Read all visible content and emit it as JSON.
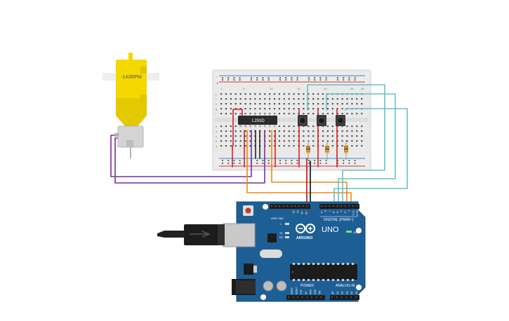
{
  "motor": {
    "speed_label": "-143RPM"
  },
  "driver_chip": {
    "label": "L293D"
  },
  "arduino": {
    "digital_label": "DIGITAL (PWM~)",
    "uno_label": "UNO",
    "brand_label": "ARDUINO",
    "on_label": "ON",
    "tx_label": "TX",
    "rx_label": "RX",
    "l_label": "L",
    "aref_label": "AREF",
    "gnd_label": "GND",
    "power_label": "POWER",
    "analog_label": "ANALOG IN",
    "digital_pins": [
      "13",
      "12",
      "~11",
      "~10",
      "~9",
      "8",
      "7",
      "~6",
      "~5",
      "4",
      "~3",
      "2",
      "TX 1",
      "RX 0"
    ],
    "power_pins": [
      "IOREF",
      "RESET",
      "3.3V",
      "5V",
      "GND",
      "GND",
      "VIN"
    ],
    "analog_pins": [
      "A0",
      "A1",
      "A2",
      "A3",
      "A4",
      "A5"
    ]
  },
  "breadboard": {
    "column_numbers": [
      "1",
      "5",
      "10",
      "15",
      "20",
      "25",
      "30"
    ],
    "row_letters_top": [
      "j",
      "i",
      "h",
      "g",
      "f"
    ],
    "row_letters_bottom": [
      "e",
      "d",
      "c",
      "b",
      "a"
    ],
    "rail_plus": "+",
    "rail_minus": "-"
  },
  "colors": {
    "motor_yellow": "#f5d800",
    "arduino_blue": "#1d5f95",
    "wire_red": "#d62020",
    "wire_black": "#222222",
    "wire_purple": "#7a2d9a",
    "wire_orange": "#e98a14",
    "wire_cyan": "#67c1c8",
    "breadboard": "#e8e8e8"
  }
}
